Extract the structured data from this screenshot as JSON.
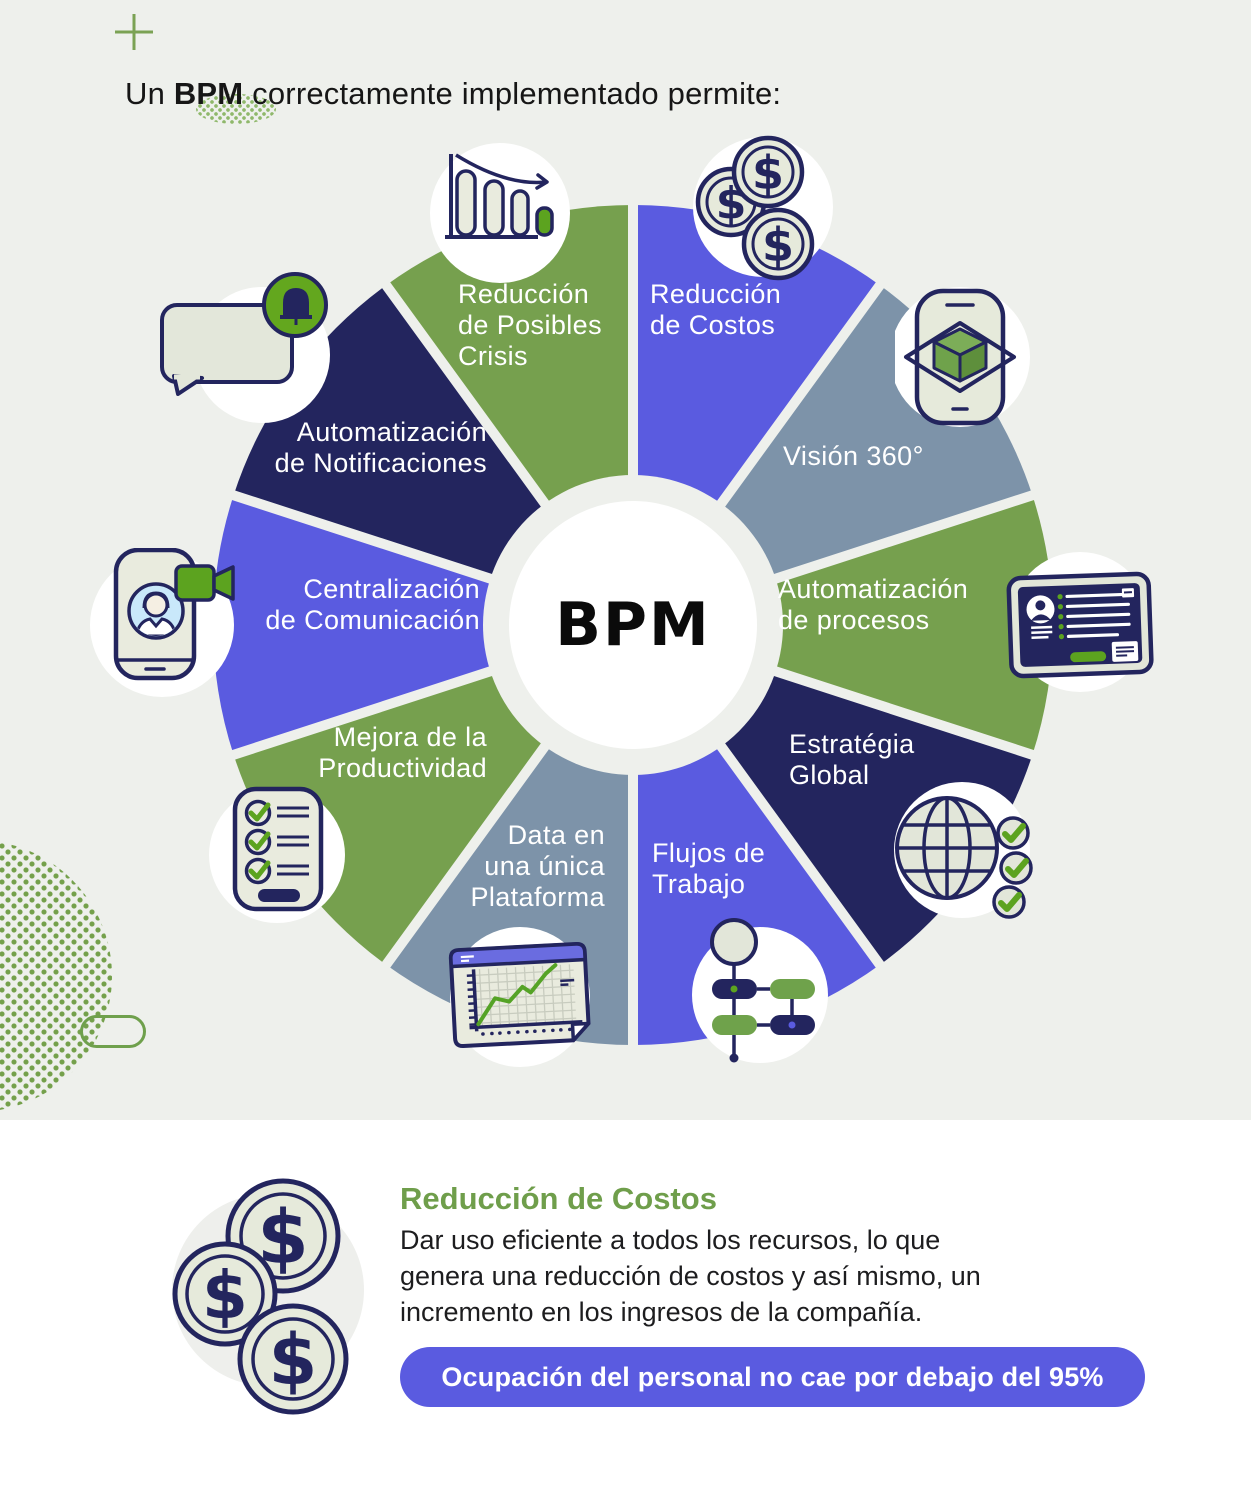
{
  "palette": {
    "background_top": "#EEF0EC",
    "background_bottom": "#FFFFFF",
    "purple": "#5A5BE0",
    "slate": "#7D93A9",
    "green": "#76A04E",
    "navy": "#23255E",
    "icon_pale": "#E6EADB",
    "accent_green": "#5CA31F",
    "heading_green": "#6F9E4B"
  },
  "header": {
    "title_un": "Un ",
    "title_bpm": "BPM",
    "title_rest": " correctamente implementado permite:"
  },
  "wheel": {
    "center_label": "BPM",
    "segments": [
      {
        "name": "reduccion-de-costos",
        "color": "#5A5BE0",
        "icon": "coins-icon",
        "lines": [
          "Reducción",
          "de Costos"
        ]
      },
      {
        "name": "vision-360",
        "color": "#7D93A9",
        "icon": "mobile-3d-view-icon",
        "lines": [
          "Visión 360°"
        ]
      },
      {
        "name": "automatizacion-de-procesos",
        "color": "#76A04E",
        "icon": "dashboard-tablet-icon",
        "lines": [
          "Automatización",
          "de procesos"
        ]
      },
      {
        "name": "estrategia-global",
        "color": "#23255E",
        "icon": "globe-checks-icon",
        "lines": [
          "Estratégia",
          "Global"
        ]
      },
      {
        "name": "flujos-de-trabajo",
        "color": "#5A5BE0",
        "icon": "workflow-icon",
        "lines": [
          "Flujos de",
          "Trabajo"
        ]
      },
      {
        "name": "data-en-una-unica-plataforma",
        "color": "#7D93A9",
        "icon": "chart-report-icon",
        "lines": [
          "Data en",
          "una única",
          "Plataforma"
        ]
      },
      {
        "name": "mejora-de-la-productividad",
        "color": "#76A04E",
        "icon": "checklist-icon",
        "lines": [
          "Mejora de la",
          "Productividad"
        ]
      },
      {
        "name": "centralizacion-de-comunicacion",
        "color": "#5A5BE0",
        "icon": "video-call-phone-icon",
        "lines": [
          "Centralización",
          "de Comunicación"
        ]
      },
      {
        "name": "automatizacion-de-notificaciones",
        "color": "#23255E",
        "icon": "chat-notification-icon",
        "lines": [
          "Automatización",
          "de Notificaciones"
        ]
      },
      {
        "name": "reduccion-de-posibles-crisis",
        "color": "#76A04E",
        "icon": "declining-bars-icon",
        "lines": [
          "Reducción",
          "de Posibles",
          "Crisis"
        ]
      }
    ]
  },
  "detail": {
    "heading": "Reducción de Costos",
    "body_line1": "Dar uso eficiente a todos los recursos, lo que",
    "body_line2": "genera una reducción de costos y así mismo, un",
    "body_line3": "incremento en los ingresos de la compañía.",
    "badge": "Ocupación del personal no cae por debajo del 95%"
  }
}
